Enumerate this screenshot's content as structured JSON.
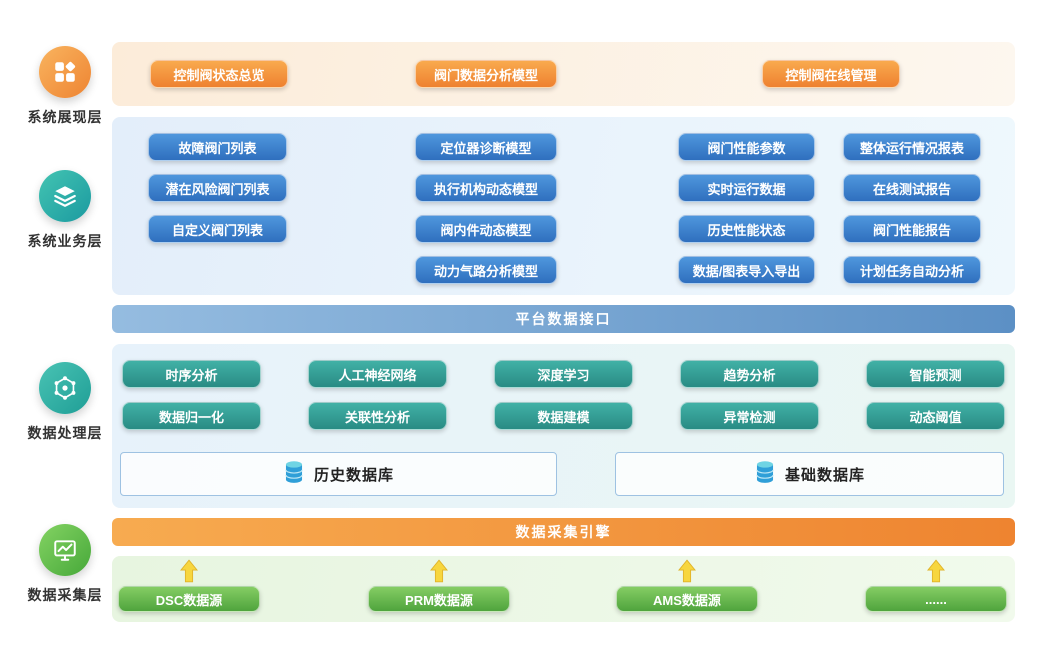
{
  "colors": {
    "accent_orange": "#ee8430",
    "accent_blue": "#2f6fbe",
    "accent_teal": "#2f9d95",
    "accent_green": "#4fa43d",
    "banner_blue": "#5c90c5",
    "arrow_yellow": "#f7d63e"
  },
  "icons": {
    "presentation": "dashboard-icon",
    "business": "layers-icon",
    "processing": "network-icon",
    "collection": "monitor-icon",
    "database": "database-icon",
    "arrow": "up-arrow-icon"
  },
  "layers": {
    "presentation": {
      "label": "系统展现层",
      "buttons": [
        "控制阀状态总览",
        "阀门数据分析模型",
        "控制阀在线管理"
      ]
    },
    "business": {
      "label": "系统业务层",
      "columns": [
        [
          "故障阀门列表",
          "潜在风险阀门列表",
          "自定义阀门列表"
        ],
        [
          "定位器诊断模型",
          "执行机构动态模型",
          "阀内件动态模型",
          "动力气路分析模型"
        ],
        [
          "阀门性能参数",
          "实时运行数据",
          "历史性能状态",
          "数据/图表导入导出"
        ],
        [
          "整体运行情况报表",
          "在线测试报告",
          "阀门性能报告",
          "计划任务自动分析"
        ]
      ]
    },
    "data_interface": {
      "label": "平台数据接口"
    },
    "processing": {
      "label": "数据处理层",
      "rows": [
        [
          "时序分析",
          "人工神经网络",
          "深度学习",
          "趋势分析",
          "智能预测"
        ],
        [
          "数据归一化",
          "关联性分析",
          "数据建模",
          "异常检测",
          "动态阈值"
        ]
      ],
      "databases": [
        "历史数据库",
        "基础数据库"
      ]
    },
    "collection_engine": {
      "label": "数据采集引擎"
    },
    "collection": {
      "label": "数据采集层",
      "sources": [
        "DSC数据源",
        "PRM数据源",
        "AMS数据源",
        "......"
      ]
    }
  }
}
